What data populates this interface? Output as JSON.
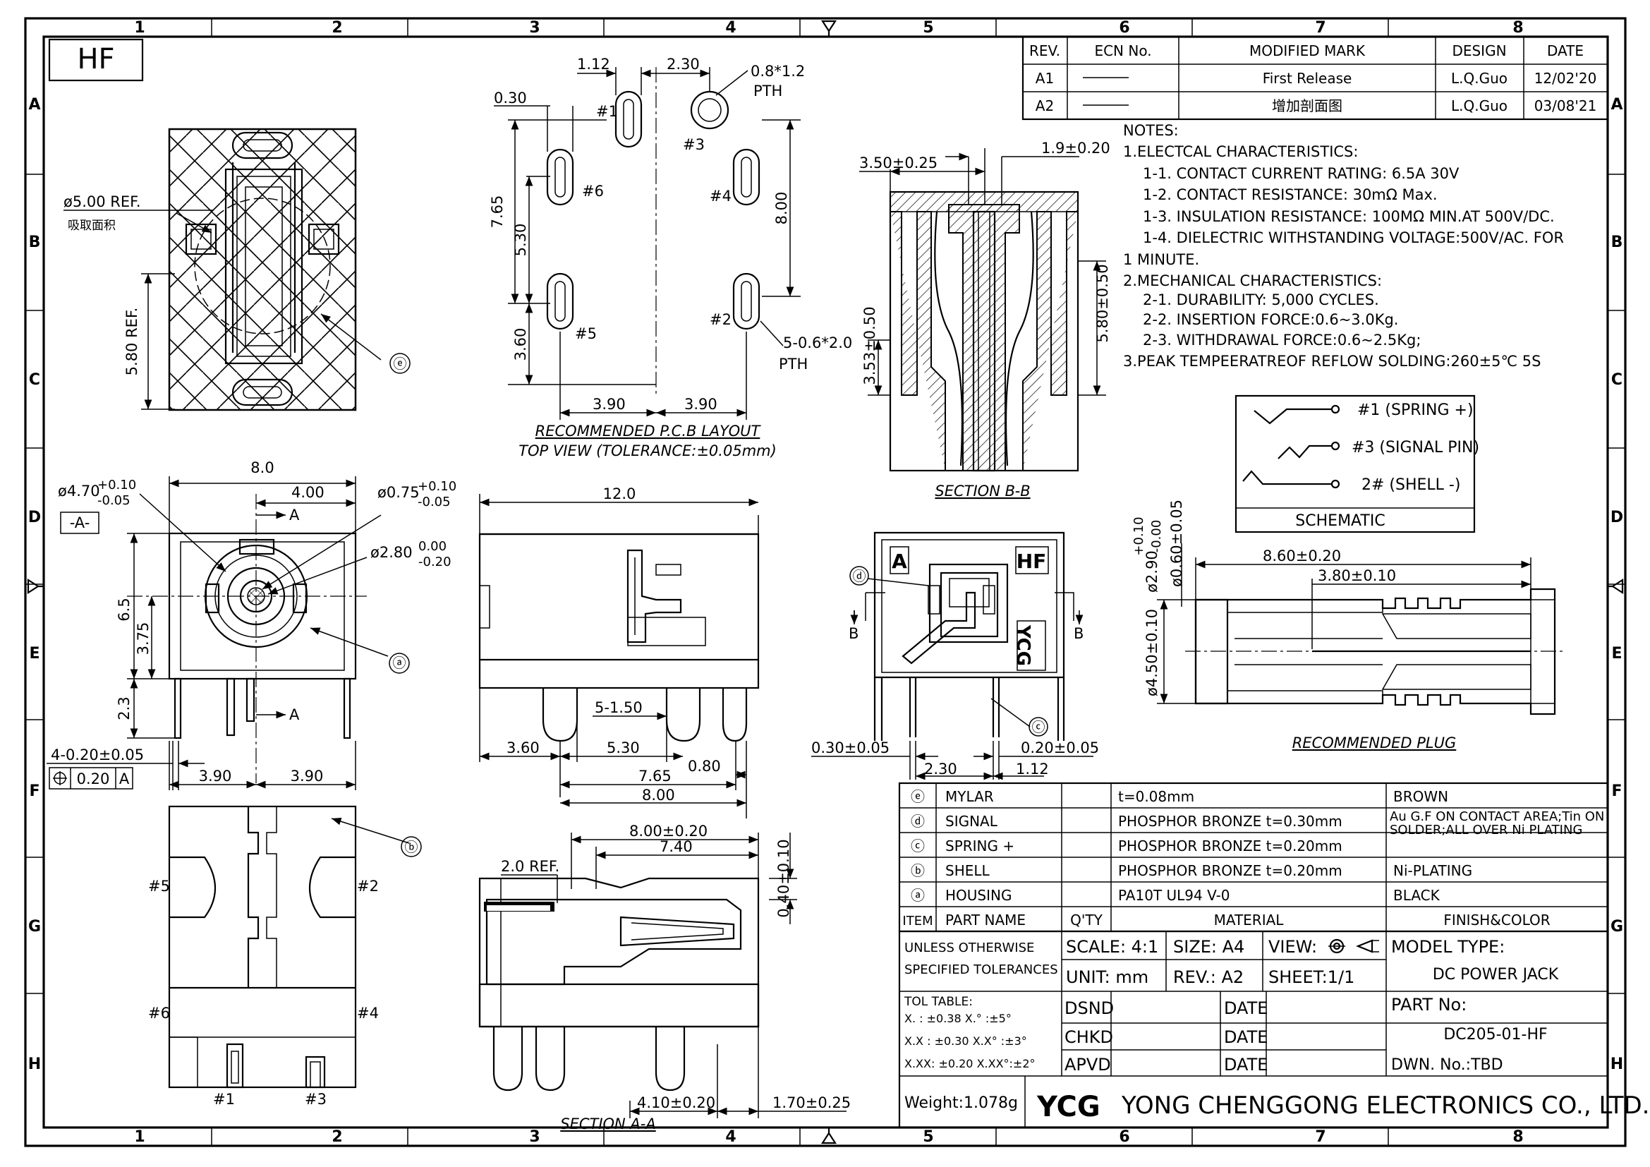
{
  "border": {
    "columns": [
      "1",
      "2",
      "3",
      "4",
      "5",
      "6",
      "7",
      "8"
    ],
    "rows": [
      "A",
      "B",
      "C",
      "D",
      "E",
      "F",
      "G",
      "H"
    ]
  },
  "badge": "HF",
  "revisions": {
    "headers": [
      "REV.",
      "ECN No.",
      "MODIFIED MARK",
      "DESIGN",
      "DATE"
    ],
    "rows": [
      {
        "rev": "A1",
        "ecn": "",
        "mark": "First Release",
        "design": "L.Q.Guo",
        "date": "12/02'20"
      },
      {
        "rev": "A2",
        "ecn": "",
        "mark": "增加剖面图",
        "design": "L.Q.Guo",
        "date": "03/08'21"
      }
    ]
  },
  "notes": [
    "NOTES:",
    "1.ELECTCAL CHARACTERISTICS:",
    "1-1. CONTACT CURRENT RATING: 6.5A 30V",
    "1-2. CONTACT RESISTANCE: 30mΩ Max.",
    "1-3. INSULATION RESISTANCE: 100MΩ MIN.AT 500V/DC.",
    "1-4. DIELECTRIC WITHSTANDING VOLTAGE:500V/AC. FOR",
    "1 MINUTE.",
    "2.MECHANICAL CHARACTERISTICS:",
    "2-1. DURABILITY: 5,000 CYCLES.",
    "2-2. INSERTION FORCE:0.6~3.0Kg.",
    "2-3. WITHDRAWAL FORCE:0.6~2.5Kg;",
    "3.PEAK TEMPEERATREOF REFLOW SOLDING:260±5℃ 5S"
  ],
  "schematic": {
    "title": "SCHEMATIC",
    "pins": [
      "#1 (SPRING +)",
      "#3 (SIGNAL PIN)",
      "2# (SHELL -)"
    ]
  },
  "views": {
    "pcb_title": "RECOMMENDED P.C.B LAYOUT",
    "pcb_subtitle": "TOP VIEW (TOLERANCE:±0.05mm)",
    "section_bb": "SECTION B-B",
    "section_aa": "SECTION A-A",
    "plug": "RECOMMENDED PLUG"
  },
  "dims": {
    "ref500": "ø5.00 REF.",
    "suction": "吸取面积",
    "ref580": "5.80 REF.",
    "d112": "1.12",
    "d230": "2.30",
    "d030": "0.30",
    "d0812": "0.8*1.2",
    "pth": "PTH",
    "d765": "7.65",
    "d530": "5.30",
    "d360": "3.60",
    "d800": "8.00",
    "d0620": "5-0.6*2.0",
    "pth2": "PTH",
    "d390": "3.90",
    "h1": "#1",
    "h2": "#2",
    "h3": "#3",
    "h4": "#4",
    "h5": "#5",
    "h6": "#6",
    "bb350": "3.50±0.25",
    "bb190": "1.9±0.20",
    "bb353": "3.53±0.50",
    "bb580": "5.80±0.50",
    "f80": "8.0",
    "f470": "ø4.70",
    "f470t": "+0.10",
    "f470b": "-0.05",
    "f400": "4.00",
    "f075": "ø0.75",
    "f075t": "+0.10",
    "f075b": "-0.05",
    "f280": "ø2.80",
    "f280t": "0.00",
    "f280b": "-0.20",
    "datum": "-A-",
    "arrowA": "A",
    "f65": "6.5",
    "f375": "3.75",
    "f23": "2.3",
    "f420": "4-0.20±0.05",
    "tol": "0.20",
    "datumA": "A",
    "s120": "12.0",
    "s515": "5-1.50",
    "s360": "3.60",
    "s530": "5.30",
    "s765": "7.65",
    "s080": "0.80",
    "s800": "8.00",
    "c030": "0.30±0.05",
    "c230": "2.30",
    "c020": "0.20±0.05",
    "c112": "1.12",
    "B": "B",
    "p860": "8.60±0.20",
    "p380": "3.80±0.10",
    "p290": "ø2.90",
    "p290t": "+0.10",
    "p290b": "-0.00",
    "p060": "ø0.60±0.05",
    "p450": "ø4.50±0.10",
    "a800": "8.00±0.20",
    "a740": "7.40",
    "a20": "2.0 REF.",
    "a040": "0.40±0.10",
    "a410": "4.10±0.20",
    "a170": "1.70±0.25",
    "markA": "A",
    "markHF": "HF",
    "logoSide": "YCG",
    "ca": "ⓐ",
    "cb": "ⓑ",
    "cc": "ⓒ",
    "cd": "ⓓ",
    "ce": "ⓔ"
  },
  "bom": [
    {
      "item": "ⓔ",
      "part": "MYLAR",
      "qty": "",
      "material": "t=0.08mm",
      "finish": "BROWN"
    },
    {
      "item": "ⓓ",
      "part": "SIGNAL",
      "qty": "",
      "material": "PHOSPHOR BRONZE t=0.30mm",
      "finish": "Au G.F ON CONTACT AREA;Tin ON SOLDER;ALL OVER Ni PLATING"
    },
    {
      "item": "ⓒ",
      "part": "SPRING +",
      "qty": "",
      "material": "PHOSPHOR BRONZE t=0.20mm",
      "finish": ""
    },
    {
      "item": "ⓑ",
      "part": "SHELL",
      "qty": "",
      "material": "PHOSPHOR BRONZE t=0.20mm",
      "finish": "Ni-PLATING"
    },
    {
      "item": "ⓐ",
      "part": "HOUSING",
      "qty": "",
      "material": "PA10T UL94 V-0",
      "finish": "BLACK"
    }
  ],
  "bom_headers": {
    "item": "ITEM",
    "part": "PART NAME",
    "qty": "Q'TY",
    "material": "MATERIAL",
    "finish": "FINISH&COLOR"
  },
  "title_block": {
    "unless1": "UNLESS OTHERWISE",
    "unless2": "SPECIFIED TOLERANCES",
    "scale": "SCALE: 4:1",
    "size": "SIZE: A4",
    "view": "VIEW:",
    "unit": "UNIT: mm",
    "rev": "REV.: A2",
    "sheet": "SHEET:1/1",
    "tol_title": "TOL TABLE:",
    "tol_rows": [
      "X. : ±0.38   X.° :±5°",
      "X.X : ±0.30   X.X° :±3°",
      "X.XX: ±0.20   X.XX°:±2°"
    ],
    "dsnd": "DSND",
    "chkd": "CHKD",
    "apvd": "APVD",
    "date": "DATE",
    "model_label": "MODEL TYPE:",
    "model": "DC POWER JACK",
    "part_label": "PART No:",
    "part_no": "DC205-01-HF",
    "dwn": "DWN. No.:TBD",
    "weight": "Weight:1.078g",
    "company": "YONG CHENGGONG ELECTRONICS CO., LTD.",
    "logo": "YCG"
  }
}
